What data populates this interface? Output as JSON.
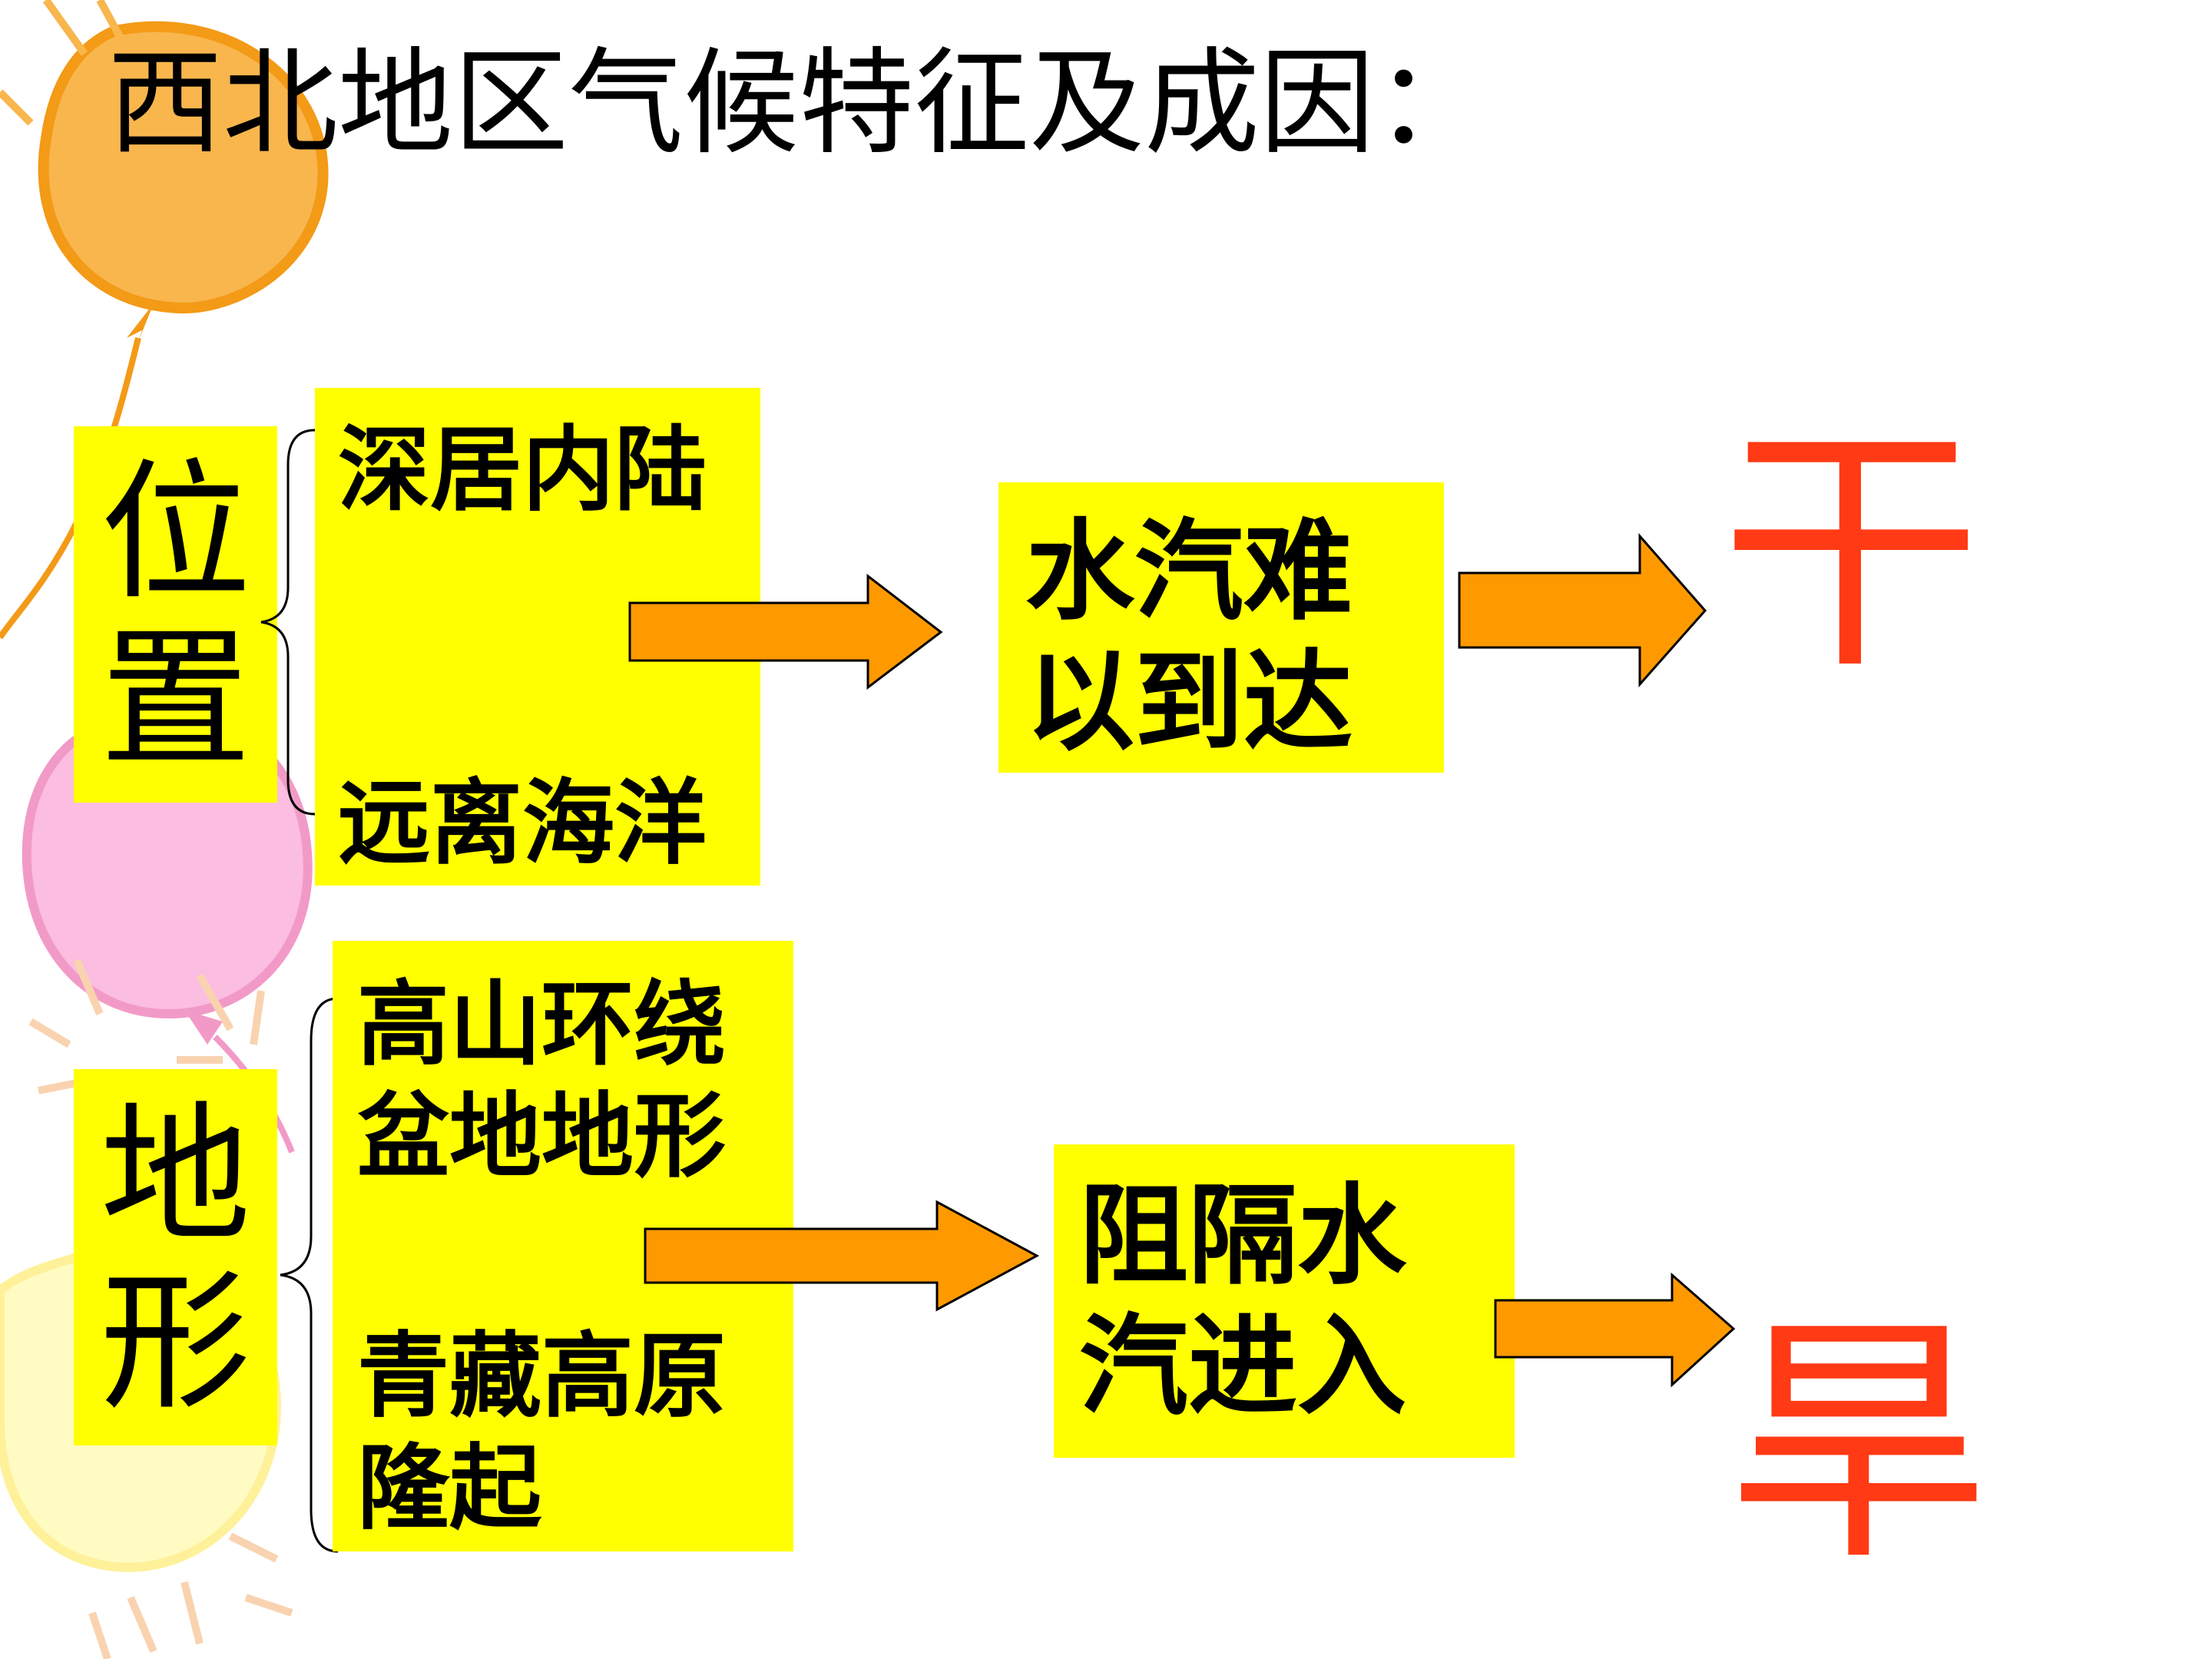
{
  "title": "西北地区气候特征及成因：",
  "location": {
    "label": "位\n置",
    "causes": [
      "深居内陆",
      "远离海洋"
    ],
    "effect": "水汽难\n以到达",
    "result": "干"
  },
  "terrain": {
    "label": "地\n形",
    "causes": [
      "高山环绕\n盆地地形",
      "青藏高原\n隆起"
    ],
    "effect": "阻隔水\n汽进入",
    "result": "旱"
  },
  "colors": {
    "box": "#ffff00",
    "arrow_fill": "#ff9900",
    "result_text": "#ff3a14"
  }
}
